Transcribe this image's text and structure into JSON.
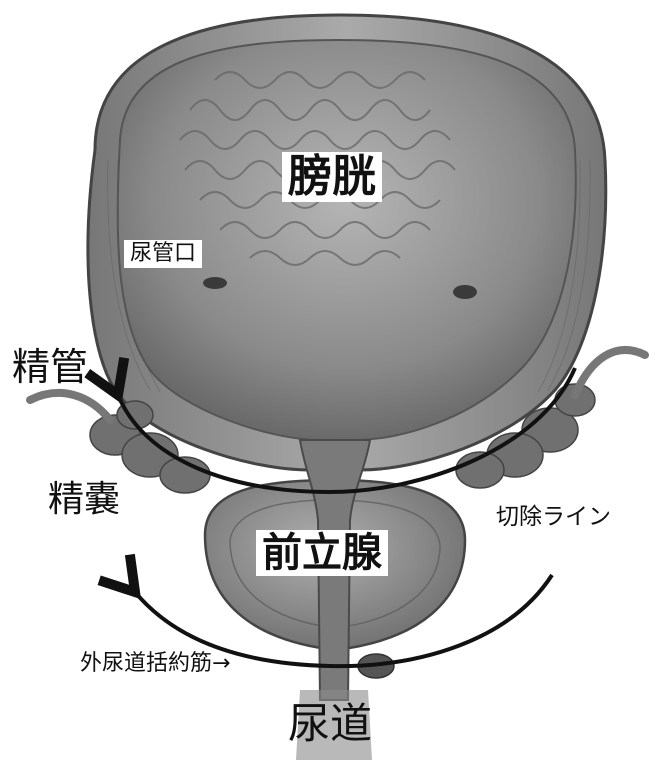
{
  "labels": {
    "bladder": "膀胱",
    "ureteral_orifice": "尿管口",
    "vas_deferens": "精管",
    "seminal_vesicle": "精嚢",
    "resection_line": "切除ライン",
    "prostate": "前立腺",
    "external_sphincter": "外尿道括約筋→",
    "urethra": "尿道"
  },
  "colors": {
    "tissue_dark": "#5a5a5a",
    "tissue_mid": "#8c8c8c",
    "tissue_light": "#c8c8c8",
    "arrow": "#111111"
  }
}
